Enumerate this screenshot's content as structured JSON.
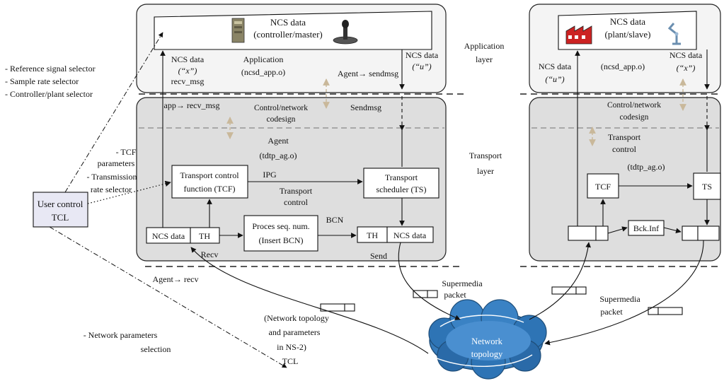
{
  "left_panel": {
    "ncs_data_title": "NCS data",
    "controller_label": "(controller/master)",
    "application_label": "Application",
    "app_module": "(ncsd_app.o)",
    "ncs_x_title": "NCS data",
    "ncs_x_var": "(“x”)",
    "recv_msg": "recv_msg",
    "ncs_u_title": "NCS data",
    "ncs_u_var": "(“u”)",
    "agent_sendmsg": "Agent→ sendmsg",
    "app_recv_msg": "app→ recv_msg",
    "codesign_1": "Control/network",
    "codesign_2": "codesign",
    "sendmsg": "Sendmsg",
    "agent": "Agent",
    "agent_module": "(tdtp_ag.o)",
    "tcf_1": "Transport control",
    "tcf_2": "function (TCF)",
    "ipg": "IPG",
    "transport_control_1": "Transport",
    "transport_control_2": "control",
    "ts_1": "Transport",
    "ts_2": "scheduler (TS)",
    "proc_1": "Proces seq. num.",
    "proc_2": "(Insert BCN)",
    "bcn": "BCN",
    "recv_ncs": "NCS data",
    "recv_th": "TH",
    "send_th": "TH",
    "send_ncs": "NCS data",
    "recv": "Recv",
    "send": "Send"
  },
  "layer_labels": {
    "application_1": "Application",
    "application_2": "layer",
    "transport_1": "Transport",
    "transport_2": "layer"
  },
  "right_panel": {
    "ncs_data_title": "NCS data",
    "plant_label": "(plant/slave)",
    "ncs_u_title": "NCS data",
    "ncs_u_var": "(“u”)",
    "app_module": "(ncsd_app.o)",
    "ncs_x_title": "NCS data",
    "ncs_x_var": "(“x”)",
    "codesign_1": "Control/network",
    "codesign_2": "codesign",
    "transport_control_1": "Transport",
    "transport_control_2": "control",
    "agent_module": "(tdtp_ag.o)",
    "tcf": "TCF",
    "ts": "TS",
    "bck_inf": "Bck.Inf"
  },
  "user_control": {
    "line1": "User control",
    "line2": "TCL",
    "ref_signal": "- Reference signal selector",
    "sample_rate": "- Sample rate selector",
    "controller_plant": "- Controller/plant selector",
    "tcf_1": "- TCF",
    "tcf_2": "parameters",
    "trans_1": "- Transmission",
    "trans_2": "rate selector",
    "net_1": "- Network parameters",
    "net_2": "selection"
  },
  "network": {
    "agent_recv": "Agent→ recv",
    "supermedia_left_1": "Supermedia",
    "supermedia_left_2": "packet",
    "supermedia_right_1": "Supermedia",
    "supermedia_right_2": "packet",
    "topology_1": "Network",
    "topology_2": "topology",
    "ns2_1": "(Network topology",
    "ns2_2": "and parameters",
    "ns2_3": "in NS-2)",
    "ns2_4": "TCL"
  },
  "colors": {
    "cloud_fill": "#2e74b5",
    "cloud_dark": "#1f4e79",
    "user_box": "#e8e8f4",
    "transport_panel": "#dedede",
    "application_panel": "#f4f4f4"
  },
  "icons": [
    "server-icon",
    "joystick-icon",
    "factory-icon",
    "robot-arm-icon"
  ]
}
